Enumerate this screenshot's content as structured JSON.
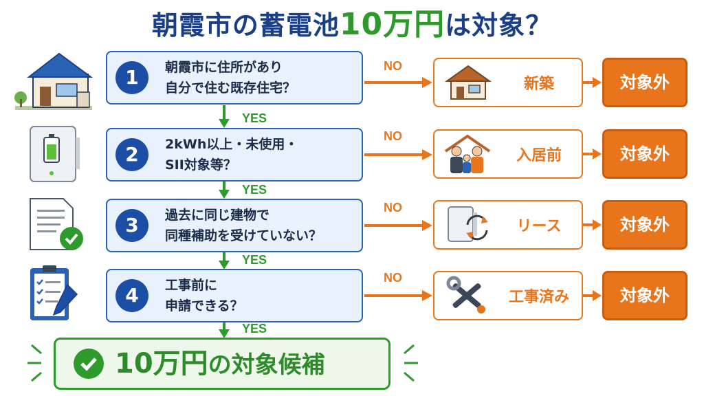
{
  "title": {
    "prefix": "朝霞市の蓄電池",
    "highlight": "10万円",
    "suffix": "は対象？"
  },
  "labels": {
    "yes": "YES",
    "no": "NO"
  },
  "steps": [
    {
      "number": "1",
      "line1": "朝霞市に住所があり",
      "line2": "自分で住む既存住宅？",
      "reason": "新築",
      "result": "対象外",
      "icon": "house-icon",
      "reason_icon": "new-house-icon"
    },
    {
      "number": "2",
      "line1": "2kWh以上・未使用・",
      "line2": "SII対象等？",
      "reason": "入居前",
      "result": "対象外",
      "icon": "battery-icon",
      "reason_icon": "family-icon"
    },
    {
      "number": "3",
      "line1": "過去に同じ建物で",
      "line2": "同種補助を受けていない？",
      "reason": "リース",
      "result": "対象外",
      "icon": "document-check-icon",
      "reason_icon": "lease-cycle-icon"
    },
    {
      "number": "4",
      "line1": "工事前に",
      "line2": "申請できる？",
      "reason": "工事済み",
      "result": "対象外",
      "icon": "clipboard-icon",
      "reason_icon": "tools-icon"
    }
  ],
  "final": {
    "highlight": "10万円",
    "suffix": "の対象候補"
  },
  "colors": {
    "navy": "#1d4ea6",
    "green": "#2e9a2c",
    "orange": "#e8741c",
    "box_bg": "#e9f2fc"
  }
}
